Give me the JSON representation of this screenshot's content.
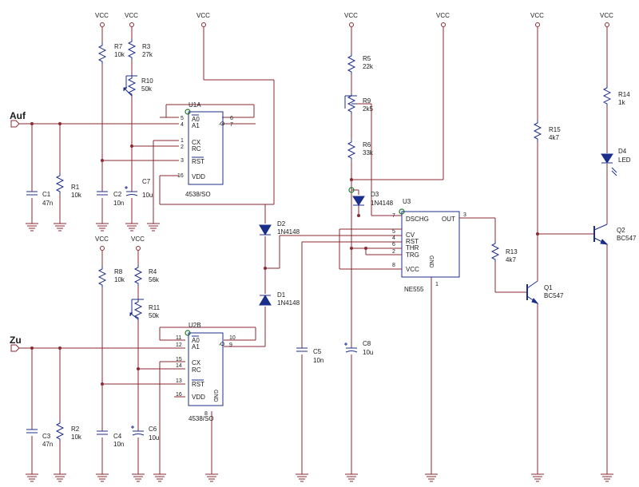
{
  "schematic": {
    "inputs": {
      "auf": "Auf",
      "zu": "Zu"
    },
    "supply": "VCC",
    "resistors": [
      {
        "ref": "R7",
        "value": "10k"
      },
      {
        "ref": "R3",
        "value": "27k"
      },
      {
        "ref": "R10",
        "value": "50k"
      },
      {
        "ref": "R1",
        "value": "10k"
      },
      {
        "ref": "R8",
        "value": "10k"
      },
      {
        "ref": "R4",
        "value": "56k"
      },
      {
        "ref": "R11",
        "value": "50k"
      },
      {
        "ref": "R2",
        "value": "10k"
      },
      {
        "ref": "R5",
        "value": "22k"
      },
      {
        "ref": "R9",
        "value": "2k5"
      },
      {
        "ref": "R6",
        "value": "33k"
      },
      {
        "ref": "R13",
        "value": "4k7"
      },
      {
        "ref": "R15",
        "value": "4k7"
      },
      {
        "ref": "R14",
        "value": "1k"
      }
    ],
    "capacitors": [
      {
        "ref": "C1",
        "value": "47n"
      },
      {
        "ref": "C2",
        "value": "10n"
      },
      {
        "ref": "C7",
        "value": "10u"
      },
      {
        "ref": "C3",
        "value": "47n"
      },
      {
        "ref": "C4",
        "value": "10n"
      },
      {
        "ref": "C6",
        "value": "10u"
      },
      {
        "ref": "C5",
        "value": "10n"
      },
      {
        "ref": "C8",
        "value": "10u"
      }
    ],
    "diodes": [
      {
        "ref": "D1",
        "value": "1N4148"
      },
      {
        "ref": "D2",
        "value": "1N4148"
      },
      {
        "ref": "D3",
        "value": "1N4148"
      },
      {
        "ref": "D4",
        "value": "LED"
      }
    ],
    "transistors": [
      {
        "ref": "Q1",
        "value": "BC547"
      },
      {
        "ref": "Q2",
        "value": "BC547"
      }
    ],
    "u1a": {
      "ref": "U1A",
      "part": "4538/SO",
      "pins": {
        "a0": "A0",
        "a1": "A1",
        "cx": "CX",
        "rc": "RC",
        "rst": "RST",
        "vdd": "VDD",
        "q": "Q",
        "qn": "Q"
      },
      "numbers": {
        "a0": "5",
        "a1": "4",
        "cx": "1",
        "rc": "2",
        "rst": "3",
        "vdd": "16",
        "q": "6",
        "qn": "7"
      }
    },
    "u2b": {
      "ref": "U2B",
      "part": "4538/SO",
      "pins": {
        "a0": "A0",
        "a1": "A1",
        "cx": "CX",
        "rc": "RC",
        "rst": "RST",
        "vdd": "VDD",
        "gnd": "GND",
        "q": "Q",
        "qn": "Q"
      },
      "numbers": {
        "a0": "11",
        "a1": "12",
        "cx": "15",
        "rc": "14",
        "rst": "13",
        "vdd": "16",
        "gnd": "8",
        "q": "10",
        "qn": "9"
      }
    },
    "u3": {
      "ref": "U3",
      "part": "NE555",
      "pins": {
        "dschg": "DSCHG",
        "out": "OUT",
        "cv": "CV",
        "rst": "RST",
        "thr": "THR",
        "trg": "TRG",
        "vcc": "VCC",
        "gnd": "GND"
      },
      "numbers": {
        "dschg": "7",
        "out": "3",
        "cv": "5",
        "rst": "4",
        "thr": "6",
        "trg": "2",
        "vcc": "8",
        "gnd": "1"
      }
    }
  }
}
